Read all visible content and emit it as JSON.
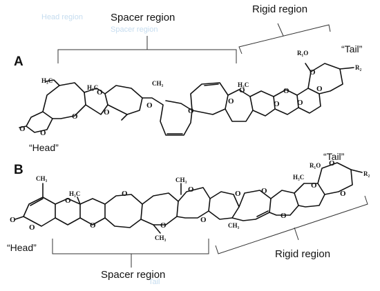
{
  "panel_a": {
    "letter": "A",
    "spacer_label": "Spacer region",
    "rigid_label": "Rigid region",
    "head_label": "“Head”",
    "tail_label": "“Tail”",
    "substituent_r1o": "R₁O",
    "substituent_r2": "R₂",
    "methyl_label": "H₃C",
    "methyl_label_2": "CH₃",
    "oxygen": "O"
  },
  "panel_b": {
    "letter": "B",
    "spacer_label": "Spacer region",
    "rigid_label": "Rigid region",
    "head_label": "“Head”",
    "tail_label": "“Tail”",
    "substituent_r1o": "R₁O",
    "substituent_r2": "R₂",
    "methyl_label": "H₃C",
    "methyl_label_2": "CH₃",
    "oxygen": "O"
  },
  "watermark": [
    "Head region",
    "Spacer region",
    "Tail"
  ],
  "colors": {
    "ink": "#111111",
    "bracket": "#333333",
    "watermark": "#c5dcef"
  }
}
